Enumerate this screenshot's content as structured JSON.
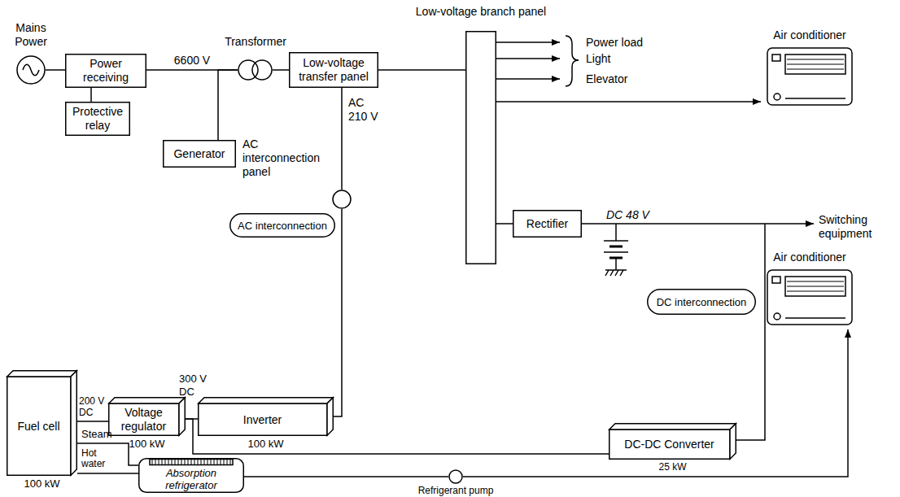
{
  "diagram": {
    "nodes": [
      {
        "text": [
          "Mains Power"
        ]
      },
      {
        "text": [
          "Power receiving"
        ]
      },
      {
        "text": [
          "Protective relay"
        ]
      },
      {
        "text": [
          "Transformer"
        ]
      },
      {
        "text": [
          "Low-voltage transfer panel"
        ]
      },
      {
        "text": [
          "Low-voltage branch panel"
        ]
      },
      {
        "text": [
          "Air conditioner"
        ]
      },
      {
        "text": [
          "Generator"
        ]
      },
      {
        "text": [
          "AC interconnection panel"
        ]
      },
      {
        "text": [
          "AC interconnection"
        ]
      },
      {
        "text": [
          "Rectifier"
        ]
      },
      {
        "text": [
          "DC interconnection"
        ]
      },
      {
        "text": [
          "Air conditioner"
        ]
      },
      {
        "text": [
          "Fuel cell",
          "100 kW"
        ]
      },
      {
        "text": [
          "Voltage regulator",
          "100 kW"
        ]
      },
      {
        "text": [
          "Inverter",
          "100 kW"
        ]
      },
      {
        "text": [
          "DC-DC Converter",
          "25 kW"
        ]
      },
      {
        "text": [
          "Absorption refrigerator"
        ]
      },
      {
        "text": [
          "Refrigerant pump"
        ]
      }
    ],
    "edges": [
      {
        "from": 0,
        "to": 1,
        "arrow": "none"
      },
      {
        "from": 1,
        "to": 2,
        "arrow": "none"
      },
      {
        "from": 1,
        "to": 3,
        "label": "6600 V",
        "arrow": "none"
      },
      {
        "from": 7,
        "to": 3,
        "arrow": "none"
      },
      {
        "from": 3,
        "to": 4,
        "arrow": "none"
      },
      {
        "from": 4,
        "to": 5,
        "arrow": "none"
      },
      {
        "from": 4,
        "to": 8,
        "arrow": "none"
      },
      {
        "from": 5,
        "to": 6,
        "arrow": "to"
      },
      {
        "from": 5,
        "to": 10,
        "arrow": "none"
      },
      {
        "from": 8,
        "to": 15,
        "arrow": "none"
      },
      {
        "from": 13,
        "to": 14,
        "arrow": "none"
      },
      {
        "from": 14,
        "to": 15,
        "arrow": "none"
      },
      {
        "from": 14,
        "to": 16,
        "arrow": "none"
      },
      {
        "from": 13,
        "to": 17,
        "arrow": "none"
      },
      {
        "from": 13,
        "to": 17,
        "arrow": "none"
      },
      {
        "from": 17,
        "to": 18,
        "arrow": "none"
      },
      {
        "from": 18,
        "to": 12,
        "arrow": "to"
      }
    ],
    "labels": [
      "Power load",
      "Light",
      "Elevator",
      "AC 210 V",
      "DC 48 V",
      "Switching equipment",
      "200 V DC",
      "Steam",
      "Hot water",
      "300 V DC"
    ]
  }
}
